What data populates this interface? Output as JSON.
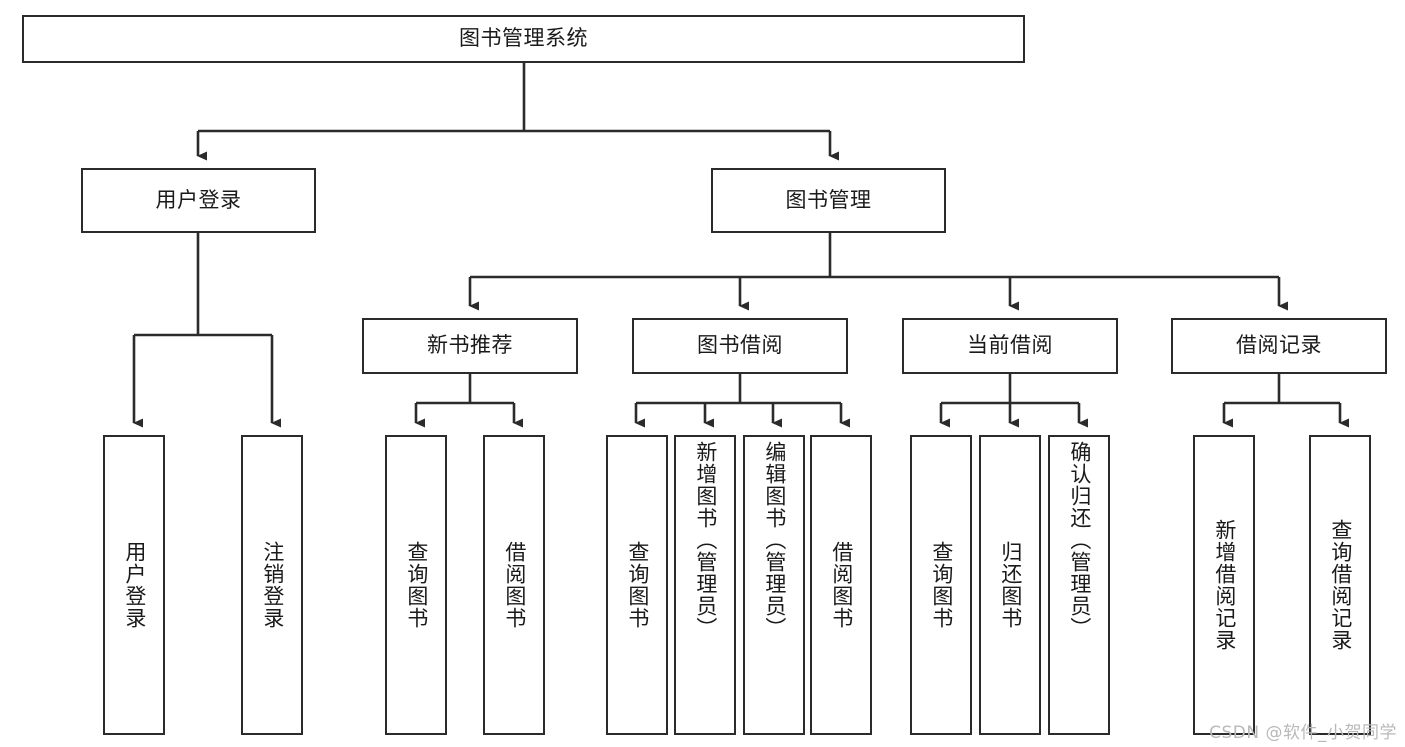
{
  "diagram": {
    "title": "图书管理系统",
    "style": {
      "box_stroke": "#2b2b2b",
      "box_fill": "#ffffff",
      "edge_color": "#2b2b2b",
      "text_color": "#1a1a1a",
      "background": "#ffffff"
    },
    "levels": {
      "root": {
        "label": "图书管理系统"
      },
      "level2": [
        {
          "label": "用户登录"
        },
        {
          "label": "图书管理"
        }
      ],
      "level3": [
        {
          "label": "新书推荐"
        },
        {
          "label": "图书借阅"
        },
        {
          "label": "当前借阅"
        },
        {
          "label": "借阅记录"
        }
      ],
      "leaves": {
        "user_login": [
          {
            "label": "用户登录"
          },
          {
            "label": "注销登录"
          }
        ],
        "new_book_recommend": [
          {
            "label": "查询图书"
          },
          {
            "label": "借阅图书"
          }
        ],
        "book_borrow": [
          {
            "label": "查询图书"
          },
          {
            "label": "新增图书（管理员）"
          },
          {
            "label": "编辑图书（管理员）"
          },
          {
            "label": "借阅图书"
          }
        ],
        "current_borrow": [
          {
            "label": "查询图书"
          },
          {
            "label": "归还图书"
          },
          {
            "label": "确认归还（管理员）"
          }
        ],
        "borrow_record": [
          {
            "label": "新增借阅记录"
          },
          {
            "label": "查询借阅记录"
          }
        ]
      }
    }
  },
  "watermark": {
    "text": "CSDN @软件_小贺同学"
  }
}
